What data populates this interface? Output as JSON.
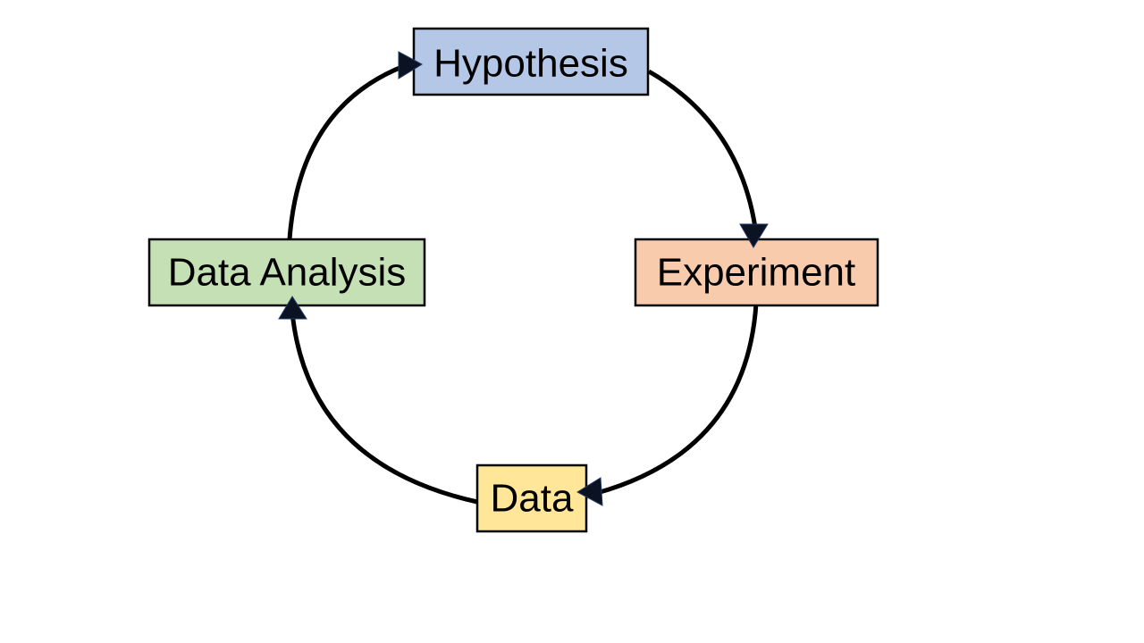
{
  "diagram": {
    "nodes": [
      {
        "id": "hypothesis",
        "label": "Hypothesis",
        "fill": "#b4c7e7"
      },
      {
        "id": "experiment",
        "label": "Experiment",
        "fill": "#f8cbad"
      },
      {
        "id": "data",
        "label": "Data",
        "fill": "#ffe699"
      },
      {
        "id": "data-analysis",
        "label": "Data Analysis",
        "fill": "#c5e0b4"
      }
    ],
    "edges": [
      {
        "from": "hypothesis",
        "to": "experiment"
      },
      {
        "from": "experiment",
        "to": "data"
      },
      {
        "from": "data",
        "to": "data-analysis"
      },
      {
        "from": "data-analysis",
        "to": "hypothesis"
      }
    ],
    "colors": {
      "stroke": "#000000",
      "arrowhead": "#0b1323",
      "background": "#ffffff"
    }
  }
}
